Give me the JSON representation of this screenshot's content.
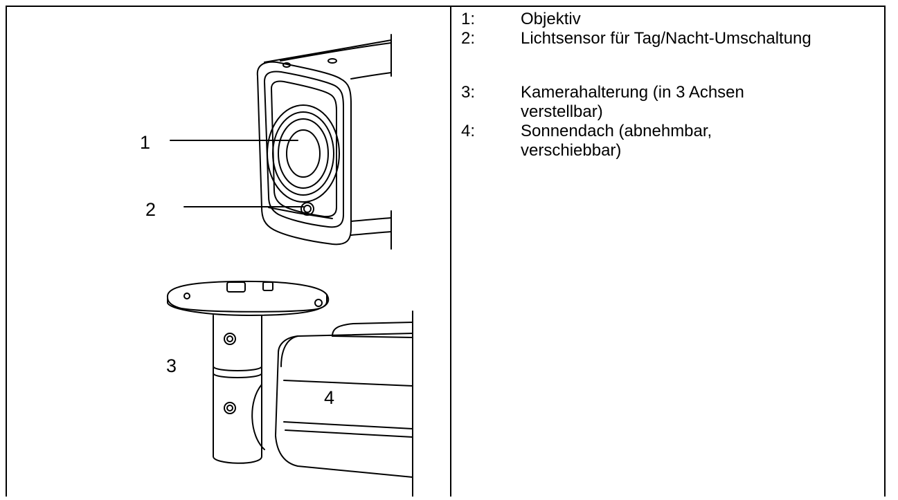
{
  "figure": {
    "callouts": [
      {
        "id": "1",
        "label": "1"
      },
      {
        "id": "2",
        "label": "2"
      },
      {
        "id": "3",
        "label": "3"
      },
      {
        "id": "4",
        "label": "4"
      }
    ]
  },
  "legend": {
    "items": [
      {
        "num": "1:",
        "text": "Objektiv"
      },
      {
        "num": "2:",
        "text": "Lichtsensor für Tag/Nacht-Umschaltung"
      },
      {
        "num": "3:",
        "text": "Kamerahalterung (in 3 Achsen verstellbar)"
      },
      {
        "num": "4:",
        "text": "Sonnendach (abnehmbar, verschiebbar)"
      }
    ]
  }
}
